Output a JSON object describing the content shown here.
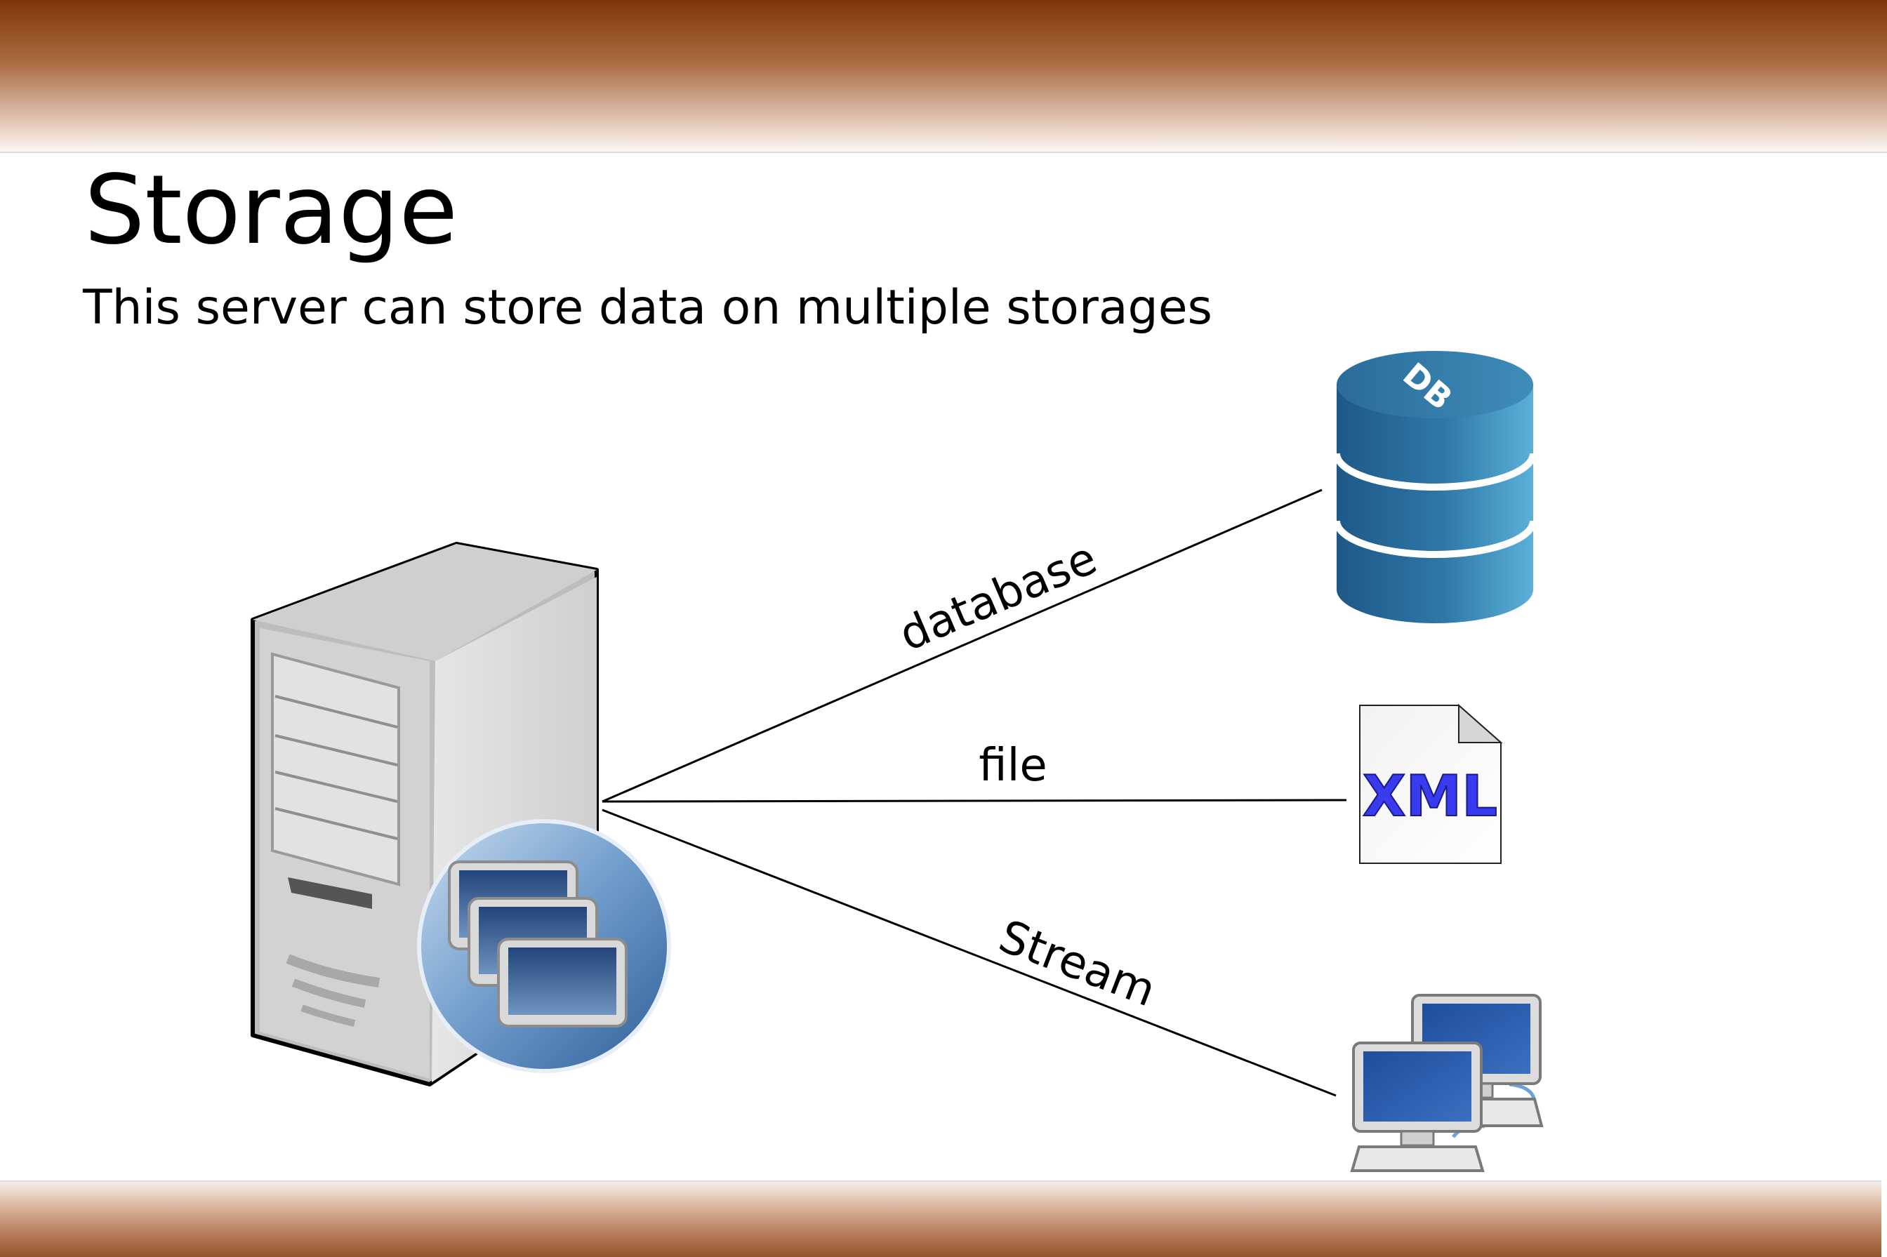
{
  "slide": {
    "title": "Storage",
    "subtitle": "This server can store data on multiple storages"
  },
  "connections": [
    {
      "id": "database",
      "label": "database"
    },
    {
      "id": "file",
      "label": "file"
    },
    {
      "id": "stream",
      "label": "Stream"
    }
  ],
  "icons": {
    "server": "server-icon",
    "database": "database-icon",
    "database_label": "DB",
    "xml_file": "xml-file-icon",
    "xml_label": "XML",
    "network": "network-computers-icon"
  },
  "colors": {
    "band": "#8b4513",
    "db_blue": "#2b6a98",
    "xml_blue": "#3333ee",
    "server_gray": "#d8d8d8",
    "line": "#000000"
  }
}
